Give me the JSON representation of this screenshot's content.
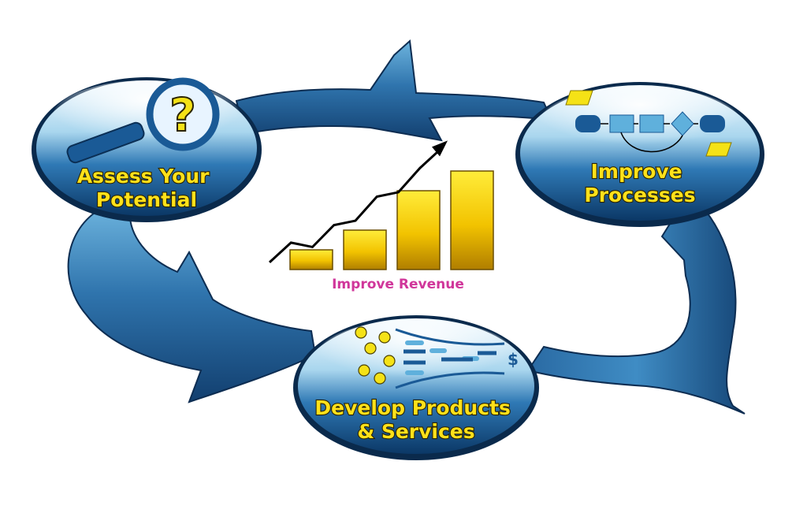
{
  "diagram": {
    "nodes": [
      {
        "id": "assess",
        "label_lines": [
          "Assess Your",
          "Potential"
        ],
        "icon": "magnifier-question-icon"
      },
      {
        "id": "improve-processes",
        "label_lines": [
          "Improve",
          "Processes"
        ],
        "icon": "flowchart-icon"
      },
      {
        "id": "develop",
        "label_lines": [
          "Develop Products",
          "& Services"
        ],
        "icon": "idea-funnel-icon"
      }
    ],
    "center": {
      "label": "Improve Revenue",
      "icon": "bar-chart-trend-icon",
      "chart_data": {
        "type": "bar",
        "values": [
          1,
          2,
          4,
          5
        ],
        "trend": [
          0.4,
          1.3,
          1.1,
          2.1,
          2.3,
          3.4,
          3.6,
          4.7,
          5.6
        ]
      }
    },
    "funnel_symbol": "$",
    "question_symbol": "?",
    "colors": {
      "arrow_dark": "#1d4f86",
      "arrow_light": "#5fa8d8",
      "node_dark": "#0f3f73",
      "node_light": "#ffffff",
      "label_yellow": "#ffe11a",
      "label_outline": "#2b2400",
      "center_label": "#d0369a",
      "bar_gold": "#f2c300",
      "icon_blue": "#1a5a96",
      "icon_light_blue": "#5fb0dc",
      "icon_yellow": "#f5e216"
    }
  }
}
